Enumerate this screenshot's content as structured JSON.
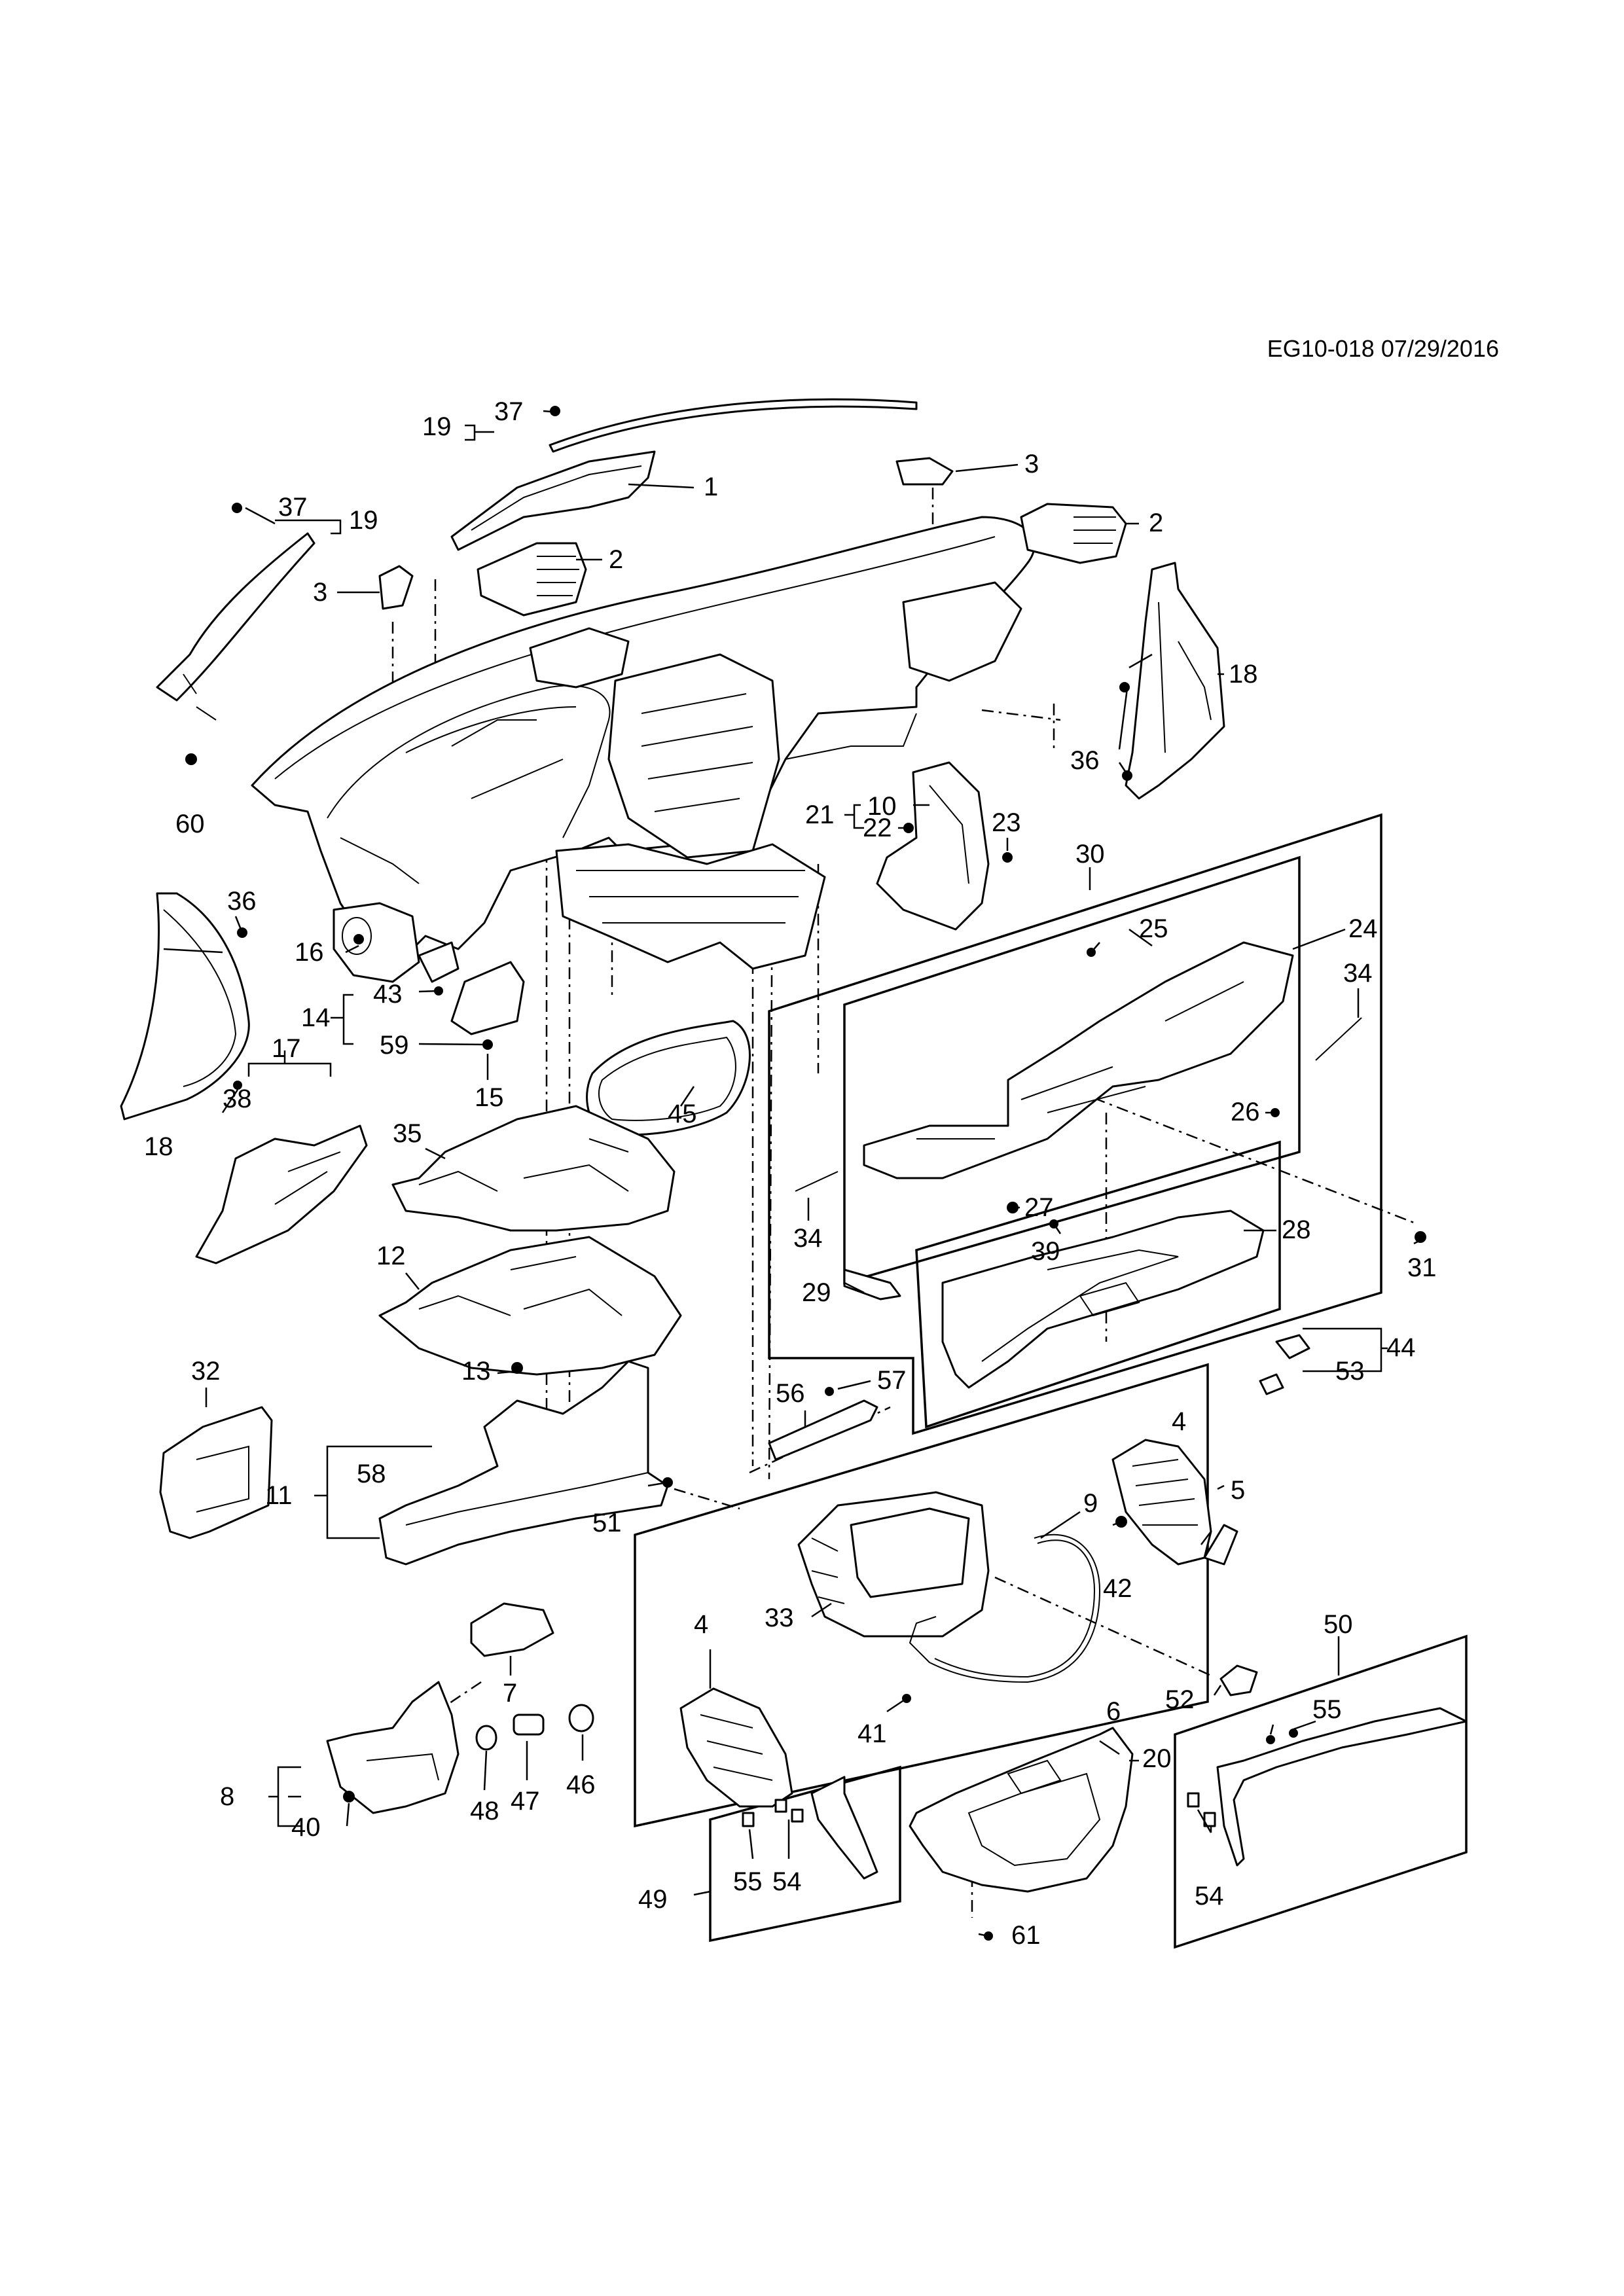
{
  "diagram": {
    "reference": "EG10-018 07/29/2016",
    "callouts": [
      {
        "id": "c1",
        "label": "1"
      },
      {
        "id": "c2a",
        "label": "2"
      },
      {
        "id": "c2b",
        "label": "2"
      },
      {
        "id": "c3a",
        "label": "3"
      },
      {
        "id": "c3b",
        "label": "3"
      },
      {
        "id": "c4a",
        "label": "4"
      },
      {
        "id": "c4b",
        "label": "4"
      },
      {
        "id": "c5",
        "label": "5"
      },
      {
        "id": "c6",
        "label": "6"
      },
      {
        "id": "c7",
        "label": "7"
      },
      {
        "id": "c8",
        "label": "8"
      },
      {
        "id": "c9",
        "label": "9"
      },
      {
        "id": "c10",
        "label": "10"
      },
      {
        "id": "c11",
        "label": "11"
      },
      {
        "id": "c12",
        "label": "12"
      },
      {
        "id": "c13",
        "label": "13"
      },
      {
        "id": "c14",
        "label": "14"
      },
      {
        "id": "c15",
        "label": "15"
      },
      {
        "id": "c16",
        "label": "16"
      },
      {
        "id": "c17",
        "label": "17"
      },
      {
        "id": "c18a",
        "label": "18"
      },
      {
        "id": "c18b",
        "label": "18"
      },
      {
        "id": "c19a",
        "label": "19"
      },
      {
        "id": "c19b",
        "label": "19"
      },
      {
        "id": "c20",
        "label": "20"
      },
      {
        "id": "c21",
        "label": "21"
      },
      {
        "id": "c22",
        "label": "22"
      },
      {
        "id": "c23",
        "label": "23"
      },
      {
        "id": "c24",
        "label": "24"
      },
      {
        "id": "c25",
        "label": "25"
      },
      {
        "id": "c26",
        "label": "26"
      },
      {
        "id": "c27",
        "label": "27"
      },
      {
        "id": "c28",
        "label": "28"
      },
      {
        "id": "c29",
        "label": "29"
      },
      {
        "id": "c30",
        "label": "30"
      },
      {
        "id": "c31",
        "label": "31"
      },
      {
        "id": "c32",
        "label": "32"
      },
      {
        "id": "c33",
        "label": "33"
      },
      {
        "id": "c34a",
        "label": "34"
      },
      {
        "id": "c34b",
        "label": "34"
      },
      {
        "id": "c35",
        "label": "35"
      },
      {
        "id": "c36a",
        "label": "36"
      },
      {
        "id": "c36b",
        "label": "36"
      },
      {
        "id": "c37a",
        "label": "37"
      },
      {
        "id": "c37b",
        "label": "37"
      },
      {
        "id": "c38",
        "label": "38"
      },
      {
        "id": "c39",
        "label": "39"
      },
      {
        "id": "c40",
        "label": "40"
      },
      {
        "id": "c41",
        "label": "41"
      },
      {
        "id": "c42",
        "label": "42"
      },
      {
        "id": "c43",
        "label": "43"
      },
      {
        "id": "c44",
        "label": "44"
      },
      {
        "id": "c45",
        "label": "45"
      },
      {
        "id": "c46",
        "label": "46"
      },
      {
        "id": "c47",
        "label": "47"
      },
      {
        "id": "c48",
        "label": "48"
      },
      {
        "id": "c49",
        "label": "49"
      },
      {
        "id": "c50",
        "label": "50"
      },
      {
        "id": "c51",
        "label": "51"
      },
      {
        "id": "c52",
        "label": "52"
      },
      {
        "id": "c53",
        "label": "53"
      },
      {
        "id": "c54a",
        "label": "54"
      },
      {
        "id": "c54b",
        "label": "54"
      },
      {
        "id": "c55a",
        "label": "55"
      },
      {
        "id": "c55b",
        "label": "55"
      },
      {
        "id": "c56",
        "label": "56"
      },
      {
        "id": "c57",
        "label": "57"
      },
      {
        "id": "c58",
        "label": "58"
      },
      {
        "id": "c59",
        "label": "59"
      },
      {
        "id": "c60",
        "label": "60"
      },
      {
        "id": "c61",
        "label": "61"
      }
    ]
  }
}
